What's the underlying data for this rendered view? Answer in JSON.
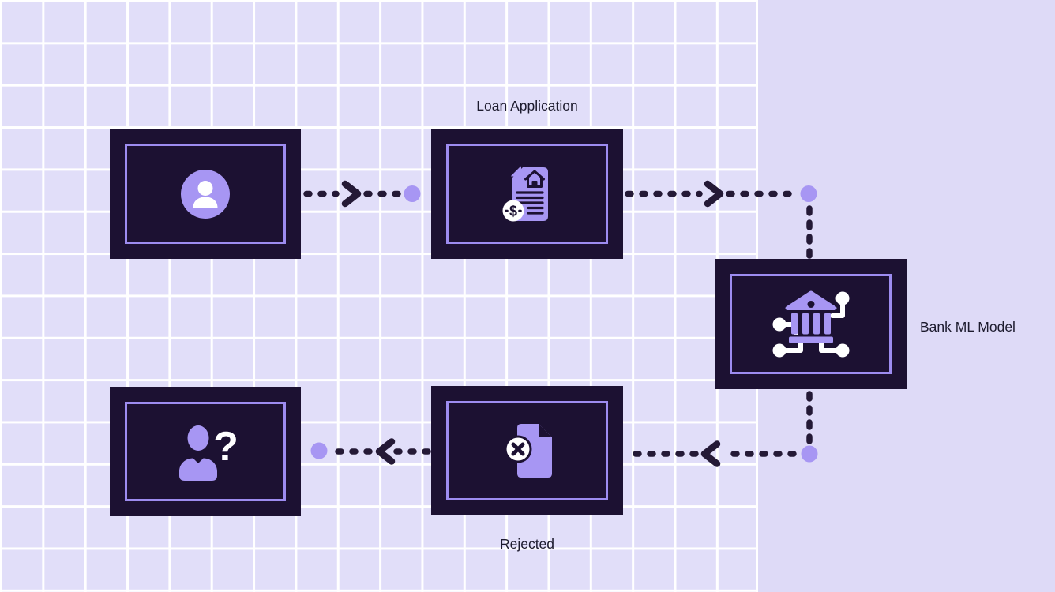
{
  "diagram": {
    "type": "flow-diagram",
    "nodes": [
      {
        "id": "applicant",
        "label": "",
        "icon": "user-avatar-icon"
      },
      {
        "id": "loan-application",
        "label": "Loan Application",
        "icon": "loan-document-icon"
      },
      {
        "id": "bank-ml-model",
        "label": "Bank ML Model",
        "icon": "bank-network-icon"
      },
      {
        "id": "rejected",
        "label": "Rejected",
        "icon": "rejected-document-icon"
      },
      {
        "id": "applicant-question",
        "label": "",
        "icon": "person-question-icon"
      }
    ],
    "arrows": [
      {
        "from": "applicant",
        "to": "loan-application",
        "style": "dashed",
        "direction": "right"
      },
      {
        "from": "loan-application",
        "to": "bank-ml-model",
        "style": "dashed",
        "direction": "right-then-down"
      },
      {
        "from": "bank-ml-model",
        "to": "rejected",
        "style": "dashed",
        "direction": "down-then-left"
      },
      {
        "from": "rejected",
        "to": "applicant-question",
        "style": "dashed",
        "direction": "left"
      }
    ],
    "colors": {
      "background": "#dedaf7",
      "grid_cell": "#e1def9",
      "grid_line": "#ffffff",
      "node_fill": "#1c1132",
      "node_border": "#9d8cf0",
      "icon_purple": "#a796f3",
      "icon_white": "#ffffff",
      "connector_dark": "#241936",
      "connector_dot": "#a796f3",
      "label_text": "#1d1b2e"
    }
  }
}
